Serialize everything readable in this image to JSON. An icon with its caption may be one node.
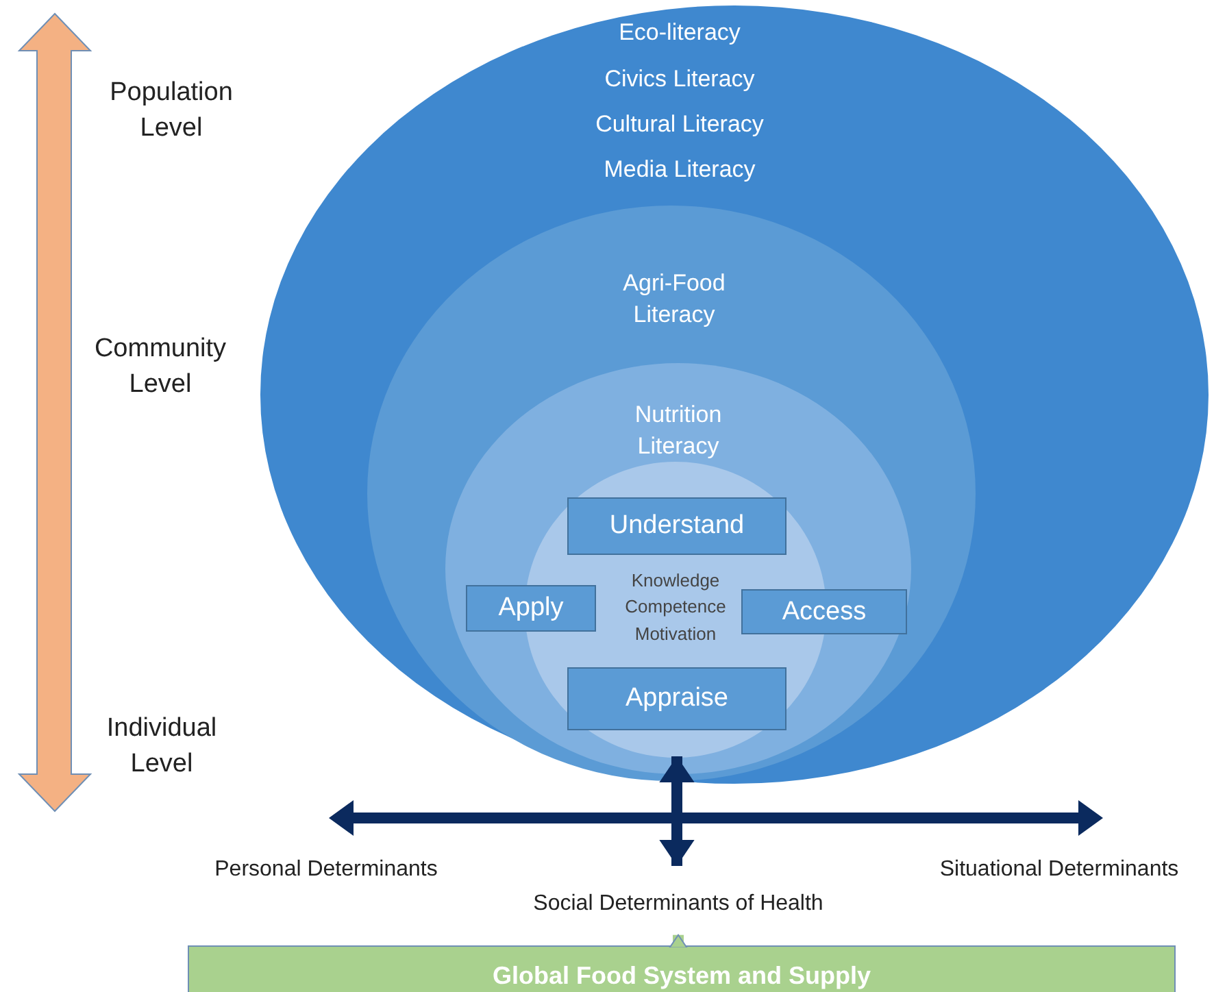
{
  "diagram": {
    "nodes": [
      {
        "text": [
          "Eco-literacy",
          "Civics Literacy",
          "Cultural Literacy",
          "Media Literacy"
        ]
      },
      {
        "text": [
          "Agri-Food Literacy"
        ],
        "in": 0
      },
      {
        "text": [
          "Nutrition Literacy"
        ],
        "in": 1
      },
      {
        "text": [
          "Knowledge",
          "Competence",
          "Motivation"
        ],
        "in": 2
      },
      {
        "text": [
          "Understand"
        ],
        "in": 3
      },
      {
        "text": [
          "Apply"
        ],
        "in": 2
      },
      {
        "text": [
          "Access"
        ],
        "in": 2
      },
      {
        "text": [
          "Appraise"
        ],
        "in": 3
      },
      {
        "text": [
          "Social Determinants of Health"
        ]
      },
      {
        "text": [
          "Global Food System and Supply"
        ]
      }
    ],
    "edges": [
      {
        "from": 8,
        "to": 7,
        "arrow": "both"
      },
      {
        "from": 9,
        "to": 8,
        "arrow": "to",
        "color": "#a9d18e"
      }
    ],
    "labels": [
      "Population Level",
      "Community Level",
      "Individual Level",
      "Personal Determinants",
      "Situational Determinants"
    ]
  }
}
